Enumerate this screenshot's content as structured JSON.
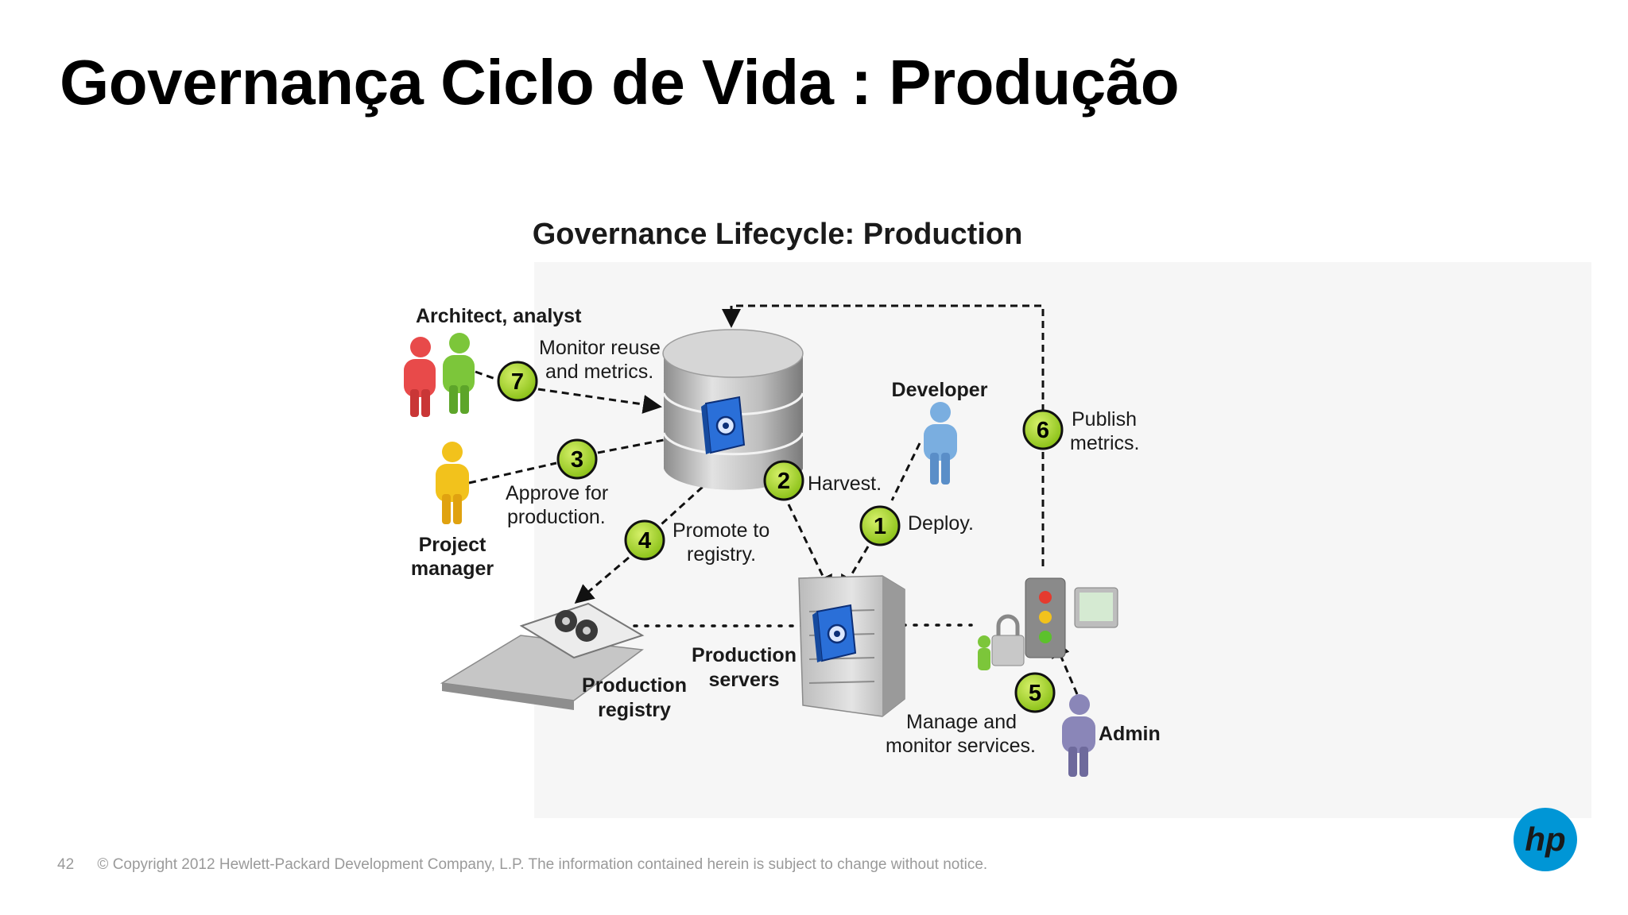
{
  "slide": {
    "title": "Governança Ciclo de Vida : Produção",
    "page_number": "42",
    "copyright": "© Copyright 2012 Hewlett-Packard Development Company, L.P.  The information contained herein is subject to change without notice.",
    "logo_text": "hp"
  },
  "diagram": {
    "title": "Governance Lifecycle: Production",
    "actors": {
      "architect": "Architect, analyst",
      "pm_line1": "Project",
      "pm_line2": "manager",
      "developer": "Developer",
      "admin": "Admin"
    },
    "components": {
      "registry_line1": "Production",
      "registry_line2": "registry",
      "servers_line1": "Production",
      "servers_line2": "servers"
    },
    "steps": [
      {
        "number": "1",
        "line1": "Deploy.",
        "line2": ""
      },
      {
        "number": "2",
        "line1": "Harvest.",
        "line2": ""
      },
      {
        "number": "3",
        "line1": "Approve for",
        "line2": "production."
      },
      {
        "number": "4",
        "line1": "Promote to",
        "line2": "registry."
      },
      {
        "number": "5",
        "line1": "Manage and",
        "line2": "monitor services."
      },
      {
        "number": "6",
        "line1": "Publish",
        "line2": "metrics."
      },
      {
        "number": "7",
        "line1": "Monitor reuse",
        "line2": "and metrics."
      }
    ],
    "colors": {
      "step_circle": "#9ad01a",
      "architect_red": "#e84a4a",
      "architect_green": "#7cc63a",
      "pm_yellow": "#f2c21c",
      "developer_blue": "#7aaee0",
      "admin_purple": "#8a86b8",
      "book_blue": "#2a6fd8"
    }
  }
}
